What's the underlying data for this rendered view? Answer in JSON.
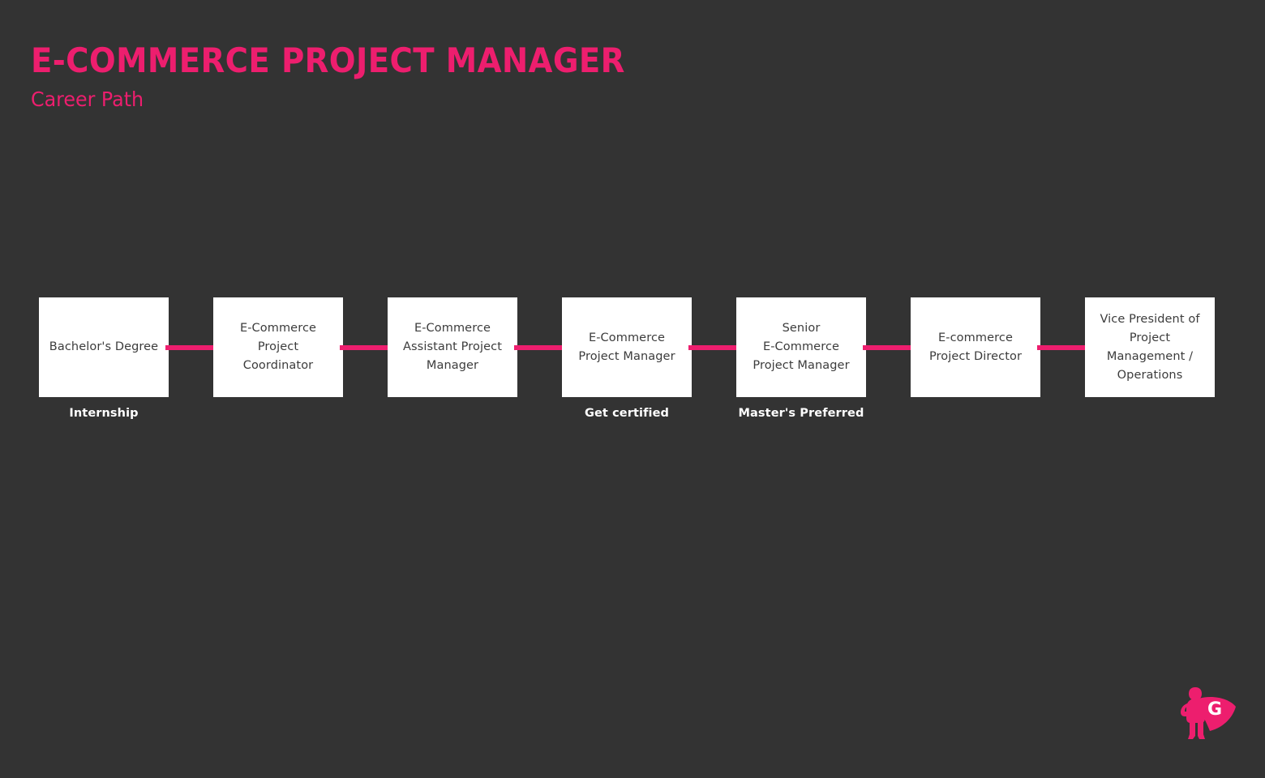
{
  "header": {
    "title": "E-COMMERCE PROJECT MANAGER",
    "subtitle": "Career Path"
  },
  "colors": {
    "background": "#333333",
    "accent_pink": "#ED1E6E",
    "box_background": "#FFFFFF",
    "box_text": "#3C3C3C",
    "caption_text": "#FFFFFF"
  },
  "career_path": {
    "steps": [
      {
        "label": "Bachelor's Degree",
        "caption": "Internship"
      },
      {
        "label": "E-Commerce\nProject\nCoordinator",
        "caption": ""
      },
      {
        "label": "E-Commerce\nAssistant Project\nManager",
        "caption": ""
      },
      {
        "label": "E-Commerce\nProject Manager",
        "caption": "Get certified"
      },
      {
        "label": "Senior\nE-Commerce\nProject Manager",
        "caption": "Master's Preferred"
      },
      {
        "label": "E-commerce\nProject Director",
        "caption": ""
      },
      {
        "label": "Vice President of\nProject\nManagement /\nOperations",
        "caption": ""
      }
    ]
  },
  "logo": {
    "icon": "superhero-g-logo",
    "letter": "G",
    "color": "#ED1E6E"
  }
}
